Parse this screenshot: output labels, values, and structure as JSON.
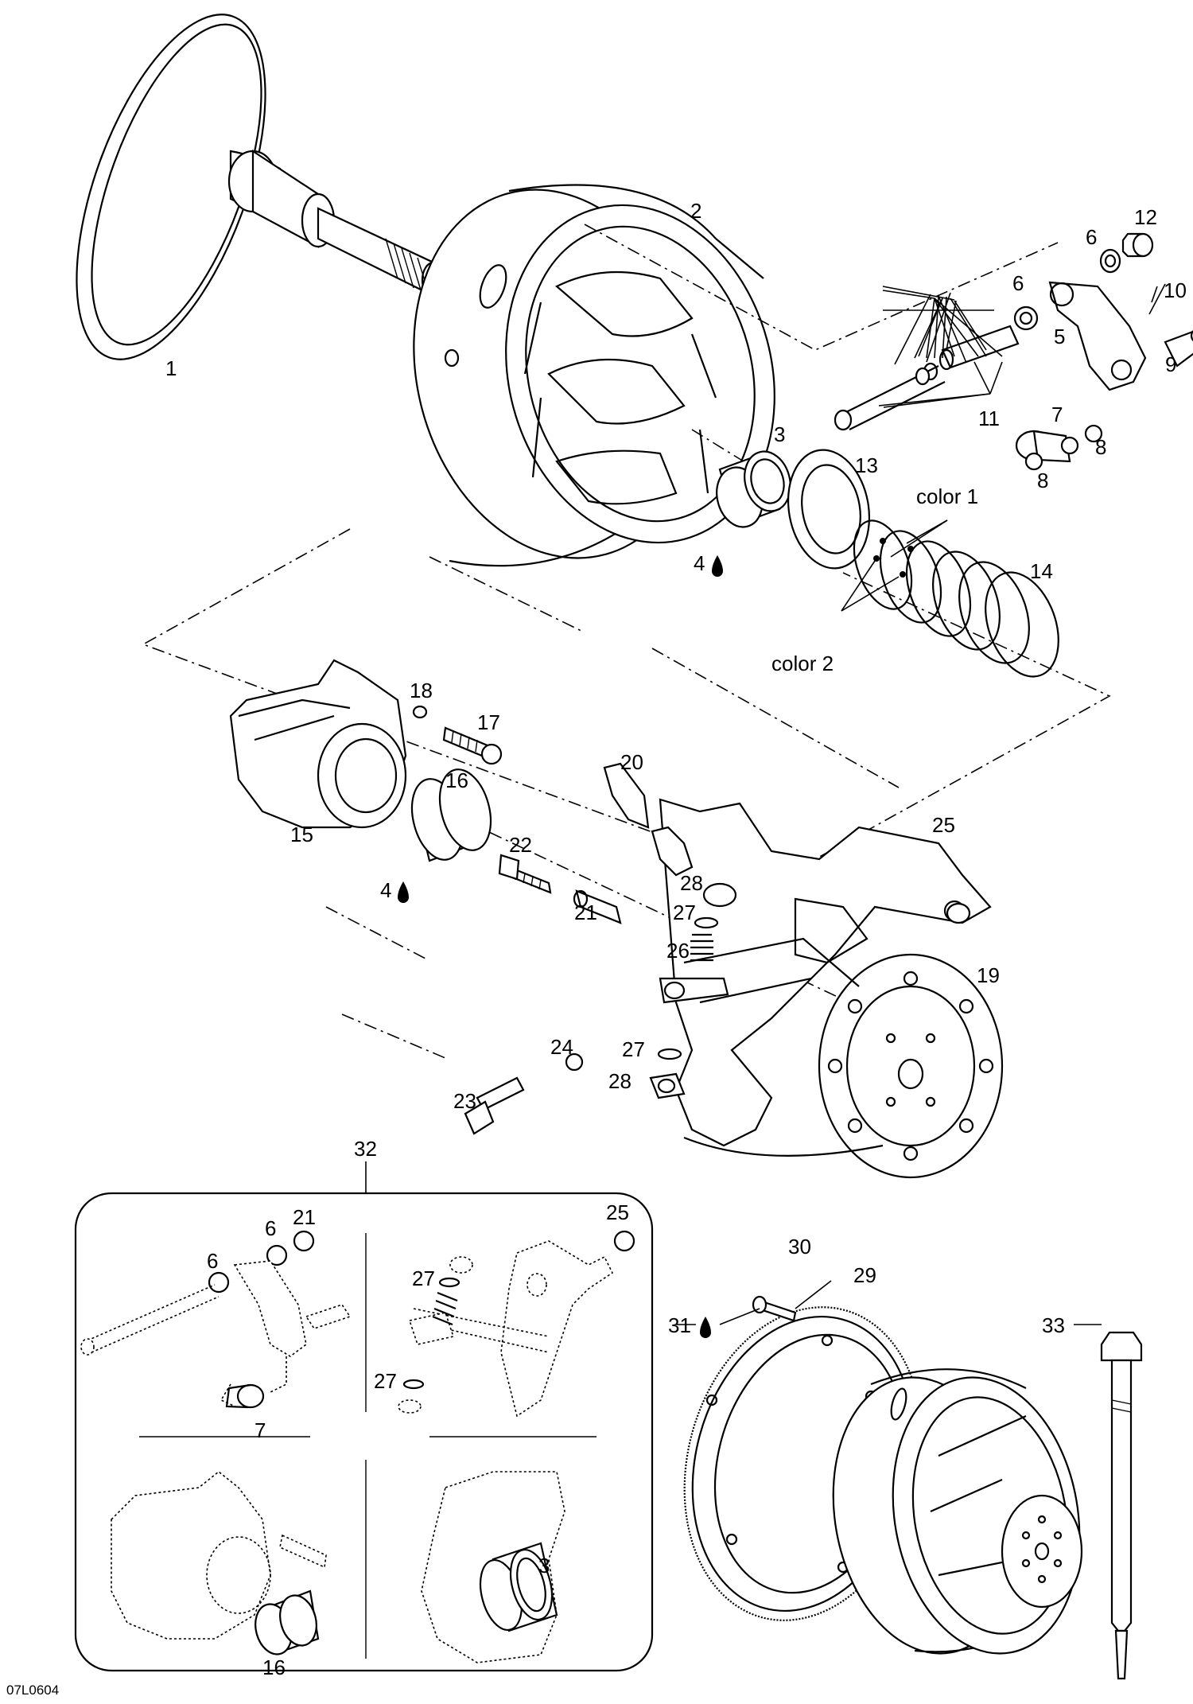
{
  "diagram": {
    "figure_code": "07L0604",
    "callouts": [
      {
        "id": "c1",
        "text": "1"
      },
      {
        "id": "c2",
        "text": "2"
      },
      {
        "id": "c3",
        "text": "3"
      },
      {
        "id": "c4a",
        "text": "4"
      },
      {
        "id": "c4b",
        "text": "4"
      },
      {
        "id": "c5",
        "text": "5"
      },
      {
        "id": "c6a",
        "text": "6"
      },
      {
        "id": "c6b",
        "text": "6"
      },
      {
        "id": "c7",
        "text": "7"
      },
      {
        "id": "c8a",
        "text": "8"
      },
      {
        "id": "c8b",
        "text": "8"
      },
      {
        "id": "c9",
        "text": "9"
      },
      {
        "id": "c10",
        "text": "10"
      },
      {
        "id": "c11",
        "text": "11"
      },
      {
        "id": "c12",
        "text": "12"
      },
      {
        "id": "c13",
        "text": "13"
      },
      {
        "id": "c14",
        "text": "14"
      },
      {
        "id": "c15",
        "text": "15"
      },
      {
        "id": "c16",
        "text": "16"
      },
      {
        "id": "c17",
        "text": "17"
      },
      {
        "id": "c18",
        "text": "18"
      },
      {
        "id": "c19",
        "text": "19"
      },
      {
        "id": "c20",
        "text": "20"
      },
      {
        "id": "c21",
        "text": "21"
      },
      {
        "id": "c22",
        "text": "22"
      },
      {
        "id": "c23",
        "text": "23"
      },
      {
        "id": "c24",
        "text": "24"
      },
      {
        "id": "c25",
        "text": "25"
      },
      {
        "id": "c26",
        "text": "26"
      },
      {
        "id": "c27a",
        "text": "27"
      },
      {
        "id": "c27b",
        "text": "27"
      },
      {
        "id": "c28a",
        "text": "28"
      },
      {
        "id": "c28b",
        "text": "28"
      },
      {
        "id": "c29",
        "text": "29"
      },
      {
        "id": "c30",
        "text": "30"
      },
      {
        "id": "c31",
        "text": "31"
      },
      {
        "id": "c32",
        "text": "32"
      },
      {
        "id": "c33",
        "text": "33"
      },
      {
        "id": "k6a",
        "text": "6"
      },
      {
        "id": "k6b",
        "text": "6"
      },
      {
        "id": "k21",
        "text": "21"
      },
      {
        "id": "k7",
        "text": "7"
      },
      {
        "id": "k25",
        "text": "25"
      },
      {
        "id": "k27a",
        "text": "27"
      },
      {
        "id": "k27b",
        "text": "27"
      },
      {
        "id": "k3",
        "text": "3"
      },
      {
        "id": "k16",
        "text": "16"
      }
    ],
    "notes": {
      "color1": "color 1",
      "color2": "color 2"
    }
  }
}
